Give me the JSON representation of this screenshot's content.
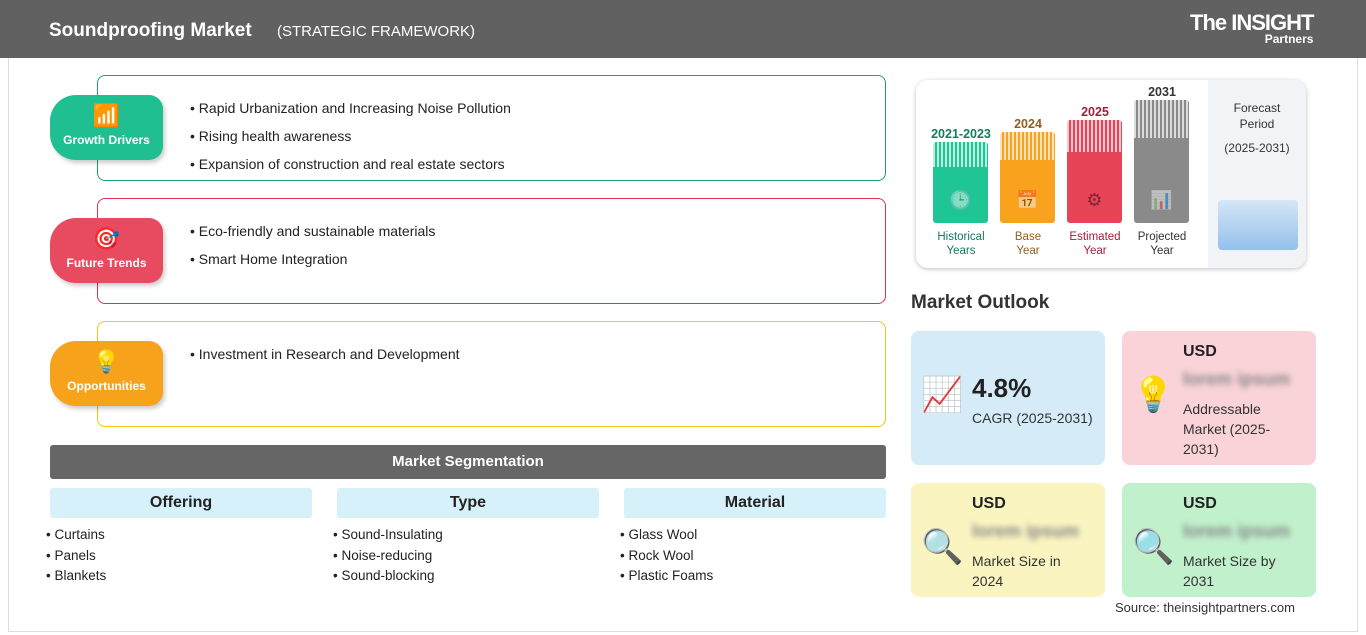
{
  "header": {
    "title": "Soundproofing Market",
    "subtitle": "(STRATEGIC FRAMEWORK)",
    "logo": "The INSIGHT Partners",
    "logo_main": "INSIGHT",
    "logo_sub": "Partners"
  },
  "sections": [
    {
      "label": "Growth Drivers",
      "color": "#1fbf91",
      "border": "#1a9e7a",
      "icon": "growth-chart-icon",
      "items": [
        "Rapid Urbanization and Increasing Noise Pollution",
        "Rising health awareness",
        "Expansion of construction and real estate sectors"
      ]
    },
    {
      "label": "Future Trends",
      "color": "#e84a60",
      "border": "#d7354f",
      "icon": "target-icon",
      "items": [
        "Eco-friendly and sustainable materials",
        "Smart Home Integration"
      ]
    },
    {
      "label": "Opportunities",
      "color": "#f7a21b",
      "border": "#f0c419",
      "icon": "lightbulb-hand-icon",
      "items": [
        "Investment in Research and Development"
      ]
    }
  ],
  "segmentation": {
    "title": "Market Segmentation",
    "columns": [
      {
        "header": "Offering",
        "items": [
          "Curtains",
          "Panels",
          "Blankets"
        ]
      },
      {
        "header": "Type",
        "items": [
          "Sound-Insulating",
          "Noise-reducing",
          "Sound-blocking"
        ]
      },
      {
        "header": "Material",
        "items": [
          "Glass Wool",
          "Rock Wool",
          "Plastic Foams"
        ]
      }
    ]
  },
  "timeline": {
    "bars": [
      {
        "year": "2021-2023",
        "label1": "Historical",
        "label2": "Years",
        "color": "#1fc594",
        "text": "#167a63"
      },
      {
        "year": "2024",
        "label1": "Base",
        "label2": "Year",
        "color": "#f8a21d",
        "text": "#8f6020"
      },
      {
        "year": "2025",
        "label1": "Estimated",
        "label2": "Year",
        "color": "#e84458",
        "text": "#a0203a"
      },
      {
        "year": "2031",
        "label1": "Projected",
        "label2": "Year",
        "color": "#8a8a8a",
        "text": "#333333"
      }
    ],
    "forecast_title1": "Forecast",
    "forecast_title2": "Period",
    "forecast_range": "(2025-2031)"
  },
  "outlook": {
    "title": "Market Outlook",
    "cagr_value": "4.8%",
    "cagr_label": "CAGR (2025-2031)",
    "cards": [
      {
        "usd": "USD",
        "value": "lorem ipsum",
        "label": "Addressable Market (2025-2031)",
        "bg": "#f9d3d8"
      },
      {
        "usd": "USD",
        "value": "lorem ipsum",
        "label": "Market Size in 2024",
        "bg": "#faf5c0"
      },
      {
        "usd": "USD",
        "value": "lorem ipsum",
        "label": "Market Size by 2031",
        "bg": "#c0f0cc"
      }
    ]
  },
  "source": "Source: theinsightpartners.com"
}
